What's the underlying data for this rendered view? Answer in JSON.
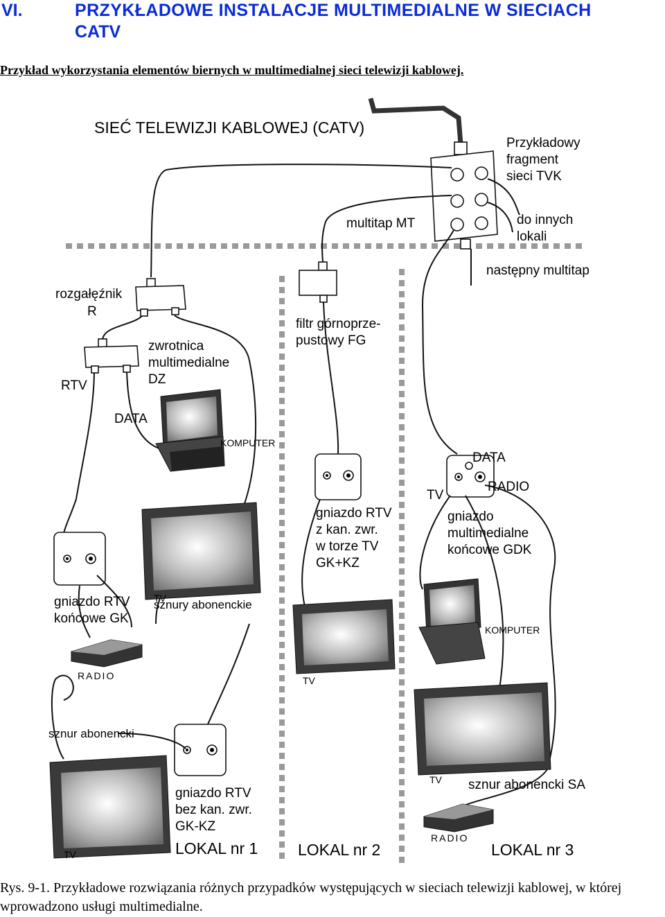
{
  "heading": {
    "number": "VI.",
    "title_line1": "PRZYKŁADOWE INSTALACJE MULTIMEDIALNE W SIECIACH",
    "title_line2": "CATV"
  },
  "subtitle": "Przykład  wykorzystania elementów biernych w multimedialnej sieci telewizji kablowej.",
  "diagram": {
    "network_title": "SIEĆ TELEWIZJI KABLOWEJ (CATV)",
    "fragment_label": [
      "Przykładowy",
      "fragment",
      "sieci TVK"
    ],
    "other_premises": [
      "do innych",
      "lokali"
    ],
    "multitap": "multitap MT",
    "next_multitap": "następny multitap",
    "splitter": [
      "rozgałęźnik",
      "R"
    ],
    "diplexer": [
      "zwrotnica",
      "multimedialne",
      "DZ"
    ],
    "rtv": "RTV",
    "data_1": "DATA",
    "computer_1": "KOMPUTER",
    "highpass_filter": [
      "filtr górnoprze-",
      "pustowy FG"
    ],
    "socket_gk": [
      "gniazdo RTV",
      "końcowe GK"
    ],
    "tv_small_1": "TV",
    "subscriber_cords": "sznury abonenckie",
    "radio_1": "RADIO",
    "socket_gkkz": [
      "gniazdo RTV",
      "z kan. zwr.",
      "w torze TV",
      "GK+KZ"
    ],
    "tv_small_2": "TV",
    "data_2": "DATA",
    "tv_label": "TV",
    "radio_label": "RADIO",
    "socket_gdk": [
      "gniazdo",
      "multimedialne",
      "końcowe GDK"
    ],
    "computer_2": "KOMPUTER",
    "subscriber_cord": "sznur abonencki",
    "socket_gkkz2": [
      "gniazdo RTV",
      "bez kan. zwr.",
      "GK-KZ"
    ],
    "tv_small_3": "TV",
    "tv_small_4": "TV",
    "subscriber_cord_sa": "sznur abonencki SA",
    "radio_2": "RADIO",
    "premises_1": "LOKAL nr 1",
    "premises_2": "LOKAL nr 2",
    "premises_3": "LOKAL nr 3"
  },
  "caption": "Rys. 9-1. Przykładowe rozwiązania różnych przypadków występujących w sieciach telewizji kablowej, w której wprowadzono usługi multimedialne."
}
